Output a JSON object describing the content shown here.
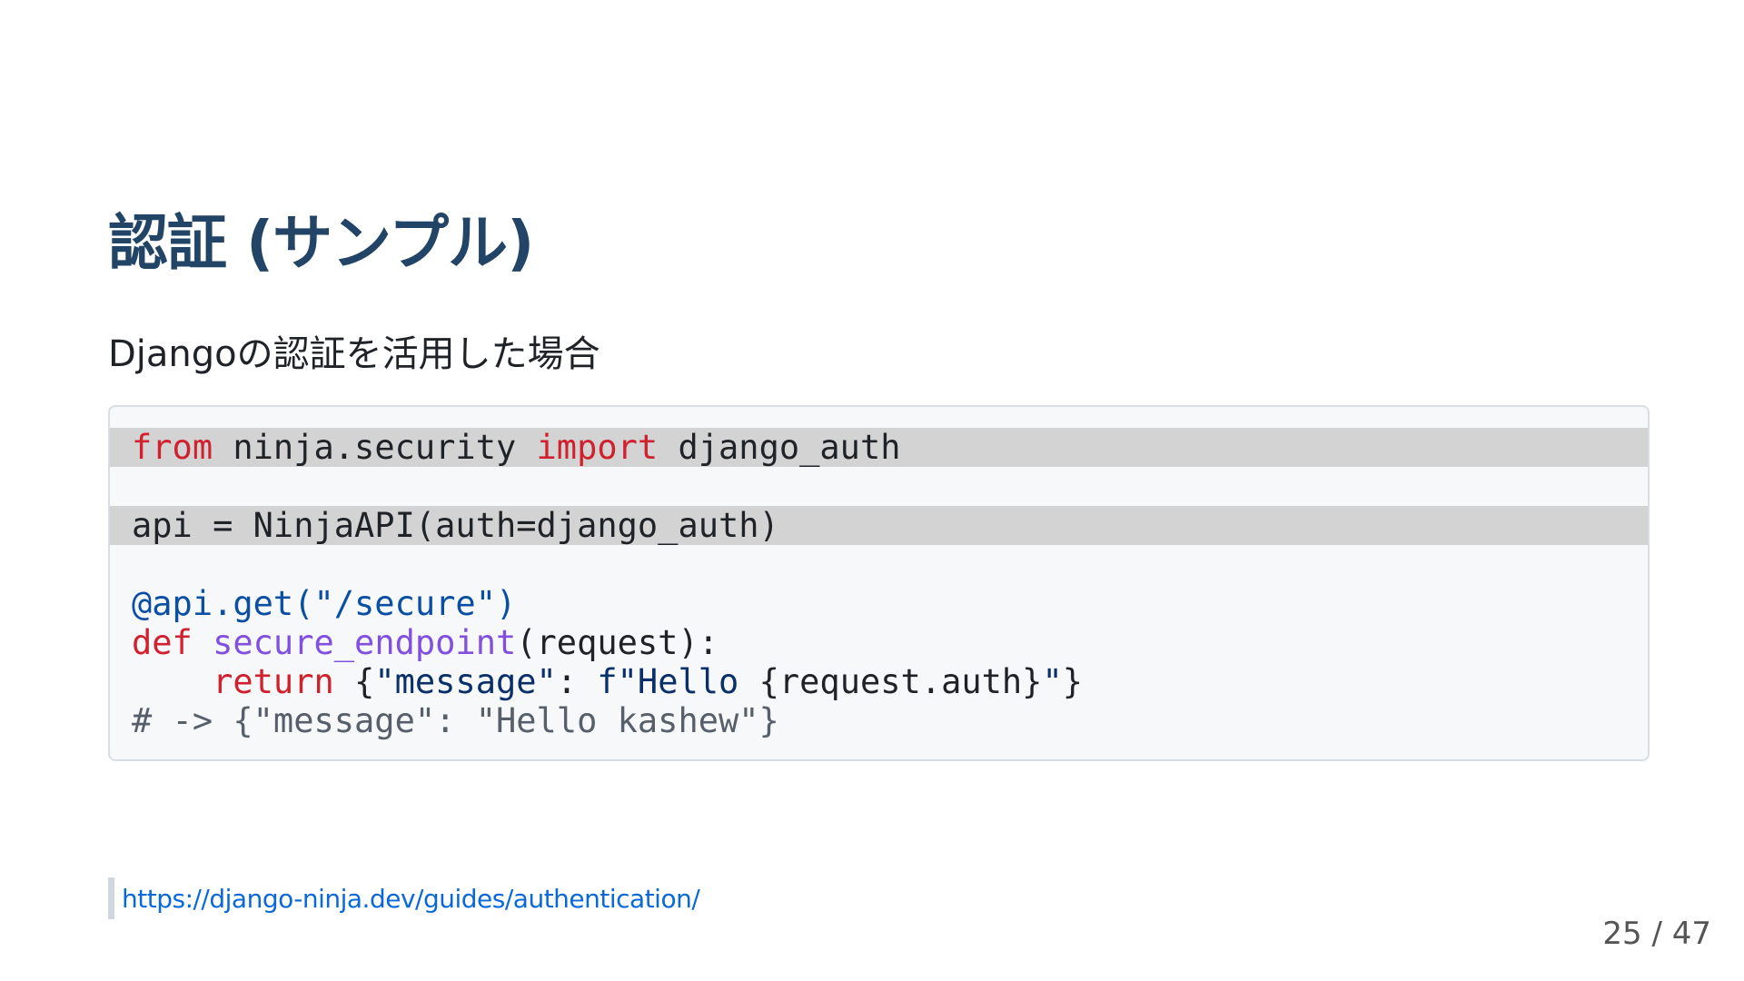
{
  "slide": {
    "title": "認証 (サンプル)",
    "subtitle": "Djangoの認証を活用した場合"
  },
  "code": {
    "line1": {
      "kw1": "from",
      "t1": " ninja.security ",
      "kw2": "import",
      "t2": " django_auth"
    },
    "line3": {
      "t1": "api = NinjaAPI(auth=django_auth)"
    },
    "line5": {
      "dec": "@api.get(\"/secure\")"
    },
    "line6": {
      "kw": "def",
      "sp": " ",
      "fn": "secure_endpoint",
      "t1": "(request):"
    },
    "line7": {
      "indent": "    ",
      "kw": "return",
      "t1": " {",
      "s1": "\"message\"",
      "t2": ": ",
      "s2": "f\"Hello ",
      "t3": "{request.auth}",
      "s3": "\"",
      "t4": "}"
    },
    "line8": {
      "cm": "# -> {\"message\": \"Hello kashew\"}"
    }
  },
  "reference": {
    "url": "https://django-ninja.dev/guides/authentication/"
  },
  "pagination": {
    "label": "25 / 47"
  },
  "colors": {
    "title": "#224466",
    "keyword": "#cf222e",
    "decorator": "#0a4fa3",
    "function": "#8250df",
    "string": "#0a3069",
    "comment": "#57606a",
    "link": "#0969da",
    "highlight": "#d3d3d3"
  }
}
